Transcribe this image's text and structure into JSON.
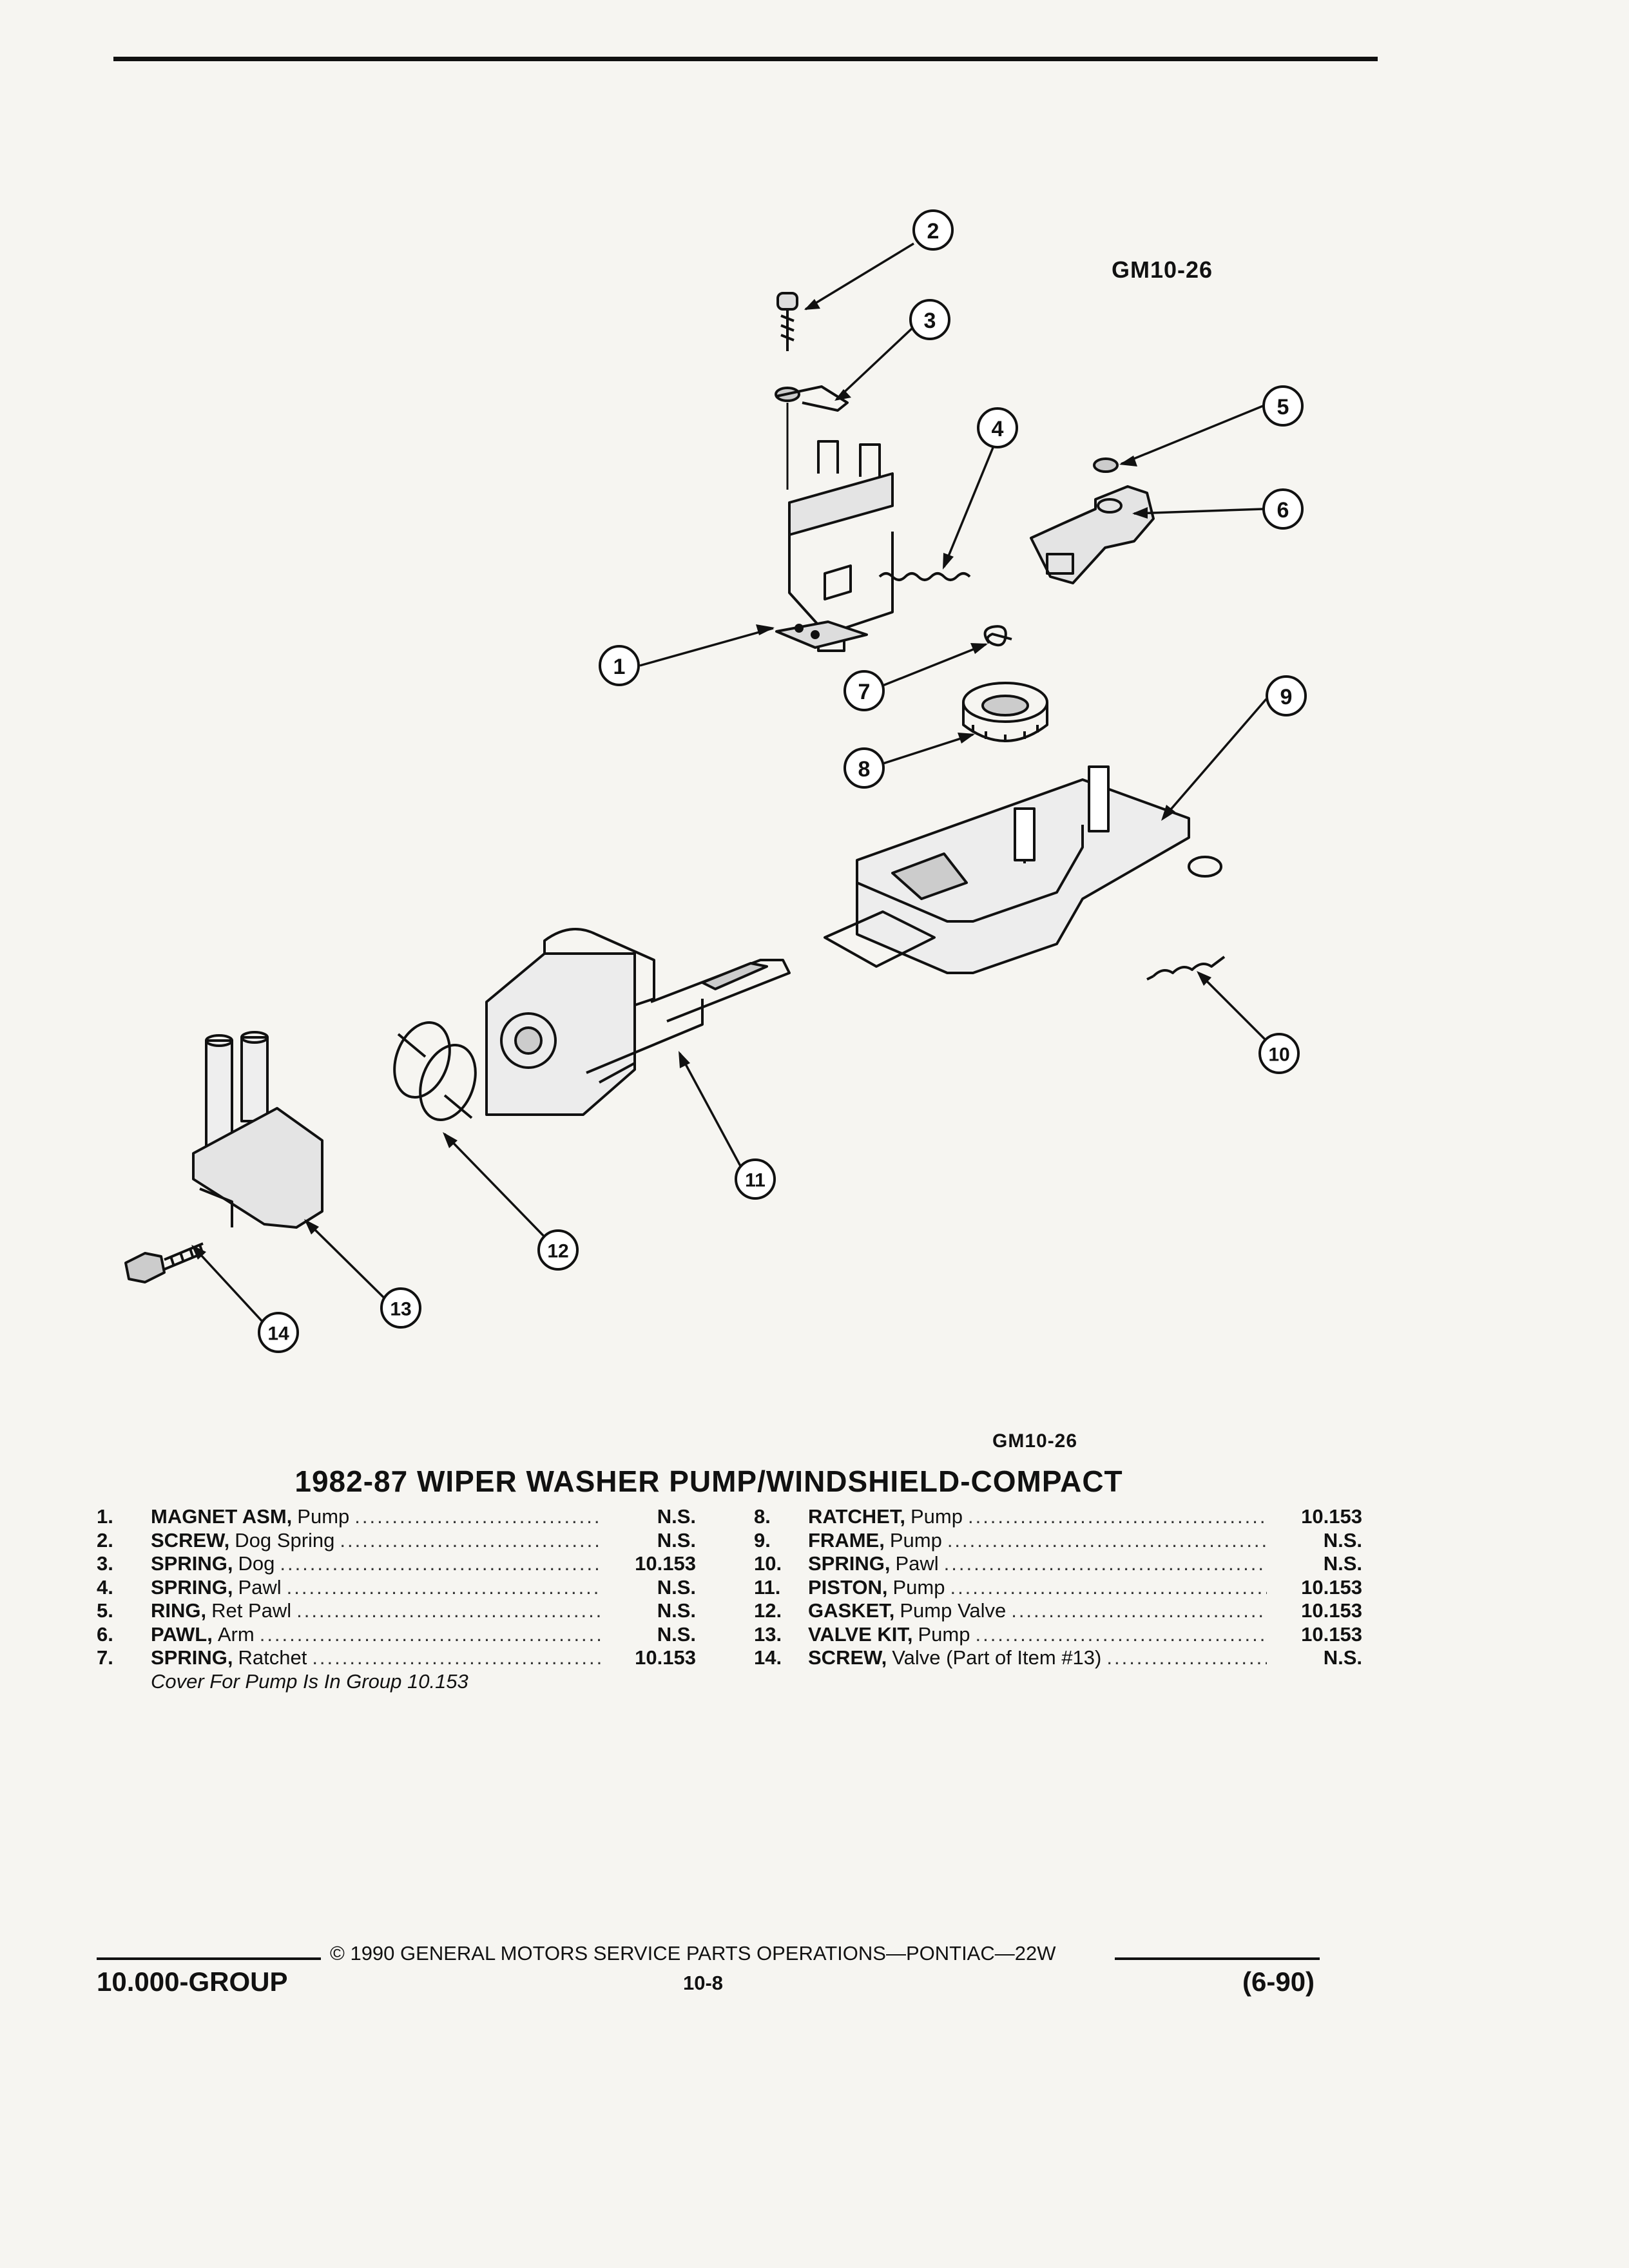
{
  "figure_id": "GM10-26",
  "figure_id_lower": "GM10-26",
  "title": "1982-87 WIPER WASHER PUMP/WINDSHIELD-COMPACT",
  "callouts": [
    "1",
    "2",
    "3",
    "4",
    "5",
    "6",
    "7",
    "8",
    "9",
    "10",
    "11",
    "12",
    "13",
    "14"
  ],
  "parts_left": [
    {
      "num": "1.",
      "name": "MAGNET ASM,",
      "desc": "Pump",
      "value": "N.S."
    },
    {
      "num": "2.",
      "name": "SCREW,",
      "desc": "Dog Spring",
      "value": "N.S."
    },
    {
      "num": "3.",
      "name": "SPRING,",
      "desc": "Dog",
      "value": "10.153"
    },
    {
      "num": "4.",
      "name": "SPRING,",
      "desc": "Pawl",
      "value": "N.S."
    },
    {
      "num": "5.",
      "name": "RING,",
      "desc": "Ret Pawl",
      "value": "N.S."
    },
    {
      "num": "6.",
      "name": "PAWL,",
      "desc": "Arm",
      "value": "N.S."
    },
    {
      "num": "7.",
      "name": "SPRING,",
      "desc": "Ratchet",
      "value": "10.153"
    }
  ],
  "parts_right": [
    {
      "num": "8.",
      "name": "RATCHET,",
      "desc": "Pump",
      "value": "10.153"
    },
    {
      "num": "9.",
      "name": "FRAME,",
      "desc": "Pump",
      "value": "N.S."
    },
    {
      "num": "10.",
      "name": "SPRING,",
      "desc": "Pawl",
      "value": "N.S."
    },
    {
      "num": "11.",
      "name": "PISTON,",
      "desc": "Pump",
      "value": "10.153"
    },
    {
      "num": "12.",
      "name": "GASKET,",
      "desc": "Pump Valve",
      "value": "10.153"
    },
    {
      "num": "13.",
      "name": "VALVE KIT,",
      "desc": "Pump",
      "value": "10.153"
    },
    {
      "num": "14.",
      "name": "SCREW,",
      "desc": "Valve (Part of Item #13)",
      "value": "N.S."
    }
  ],
  "cover_note": "Cover For Pump Is In Group 10.153",
  "footer": {
    "copyright": "© 1990 GENERAL MOTORS SERVICE PARTS OPERATIONS—PONTIAC—22W",
    "group": "10.000-GROUP",
    "page": "10-8",
    "date": "(6-90)"
  }
}
